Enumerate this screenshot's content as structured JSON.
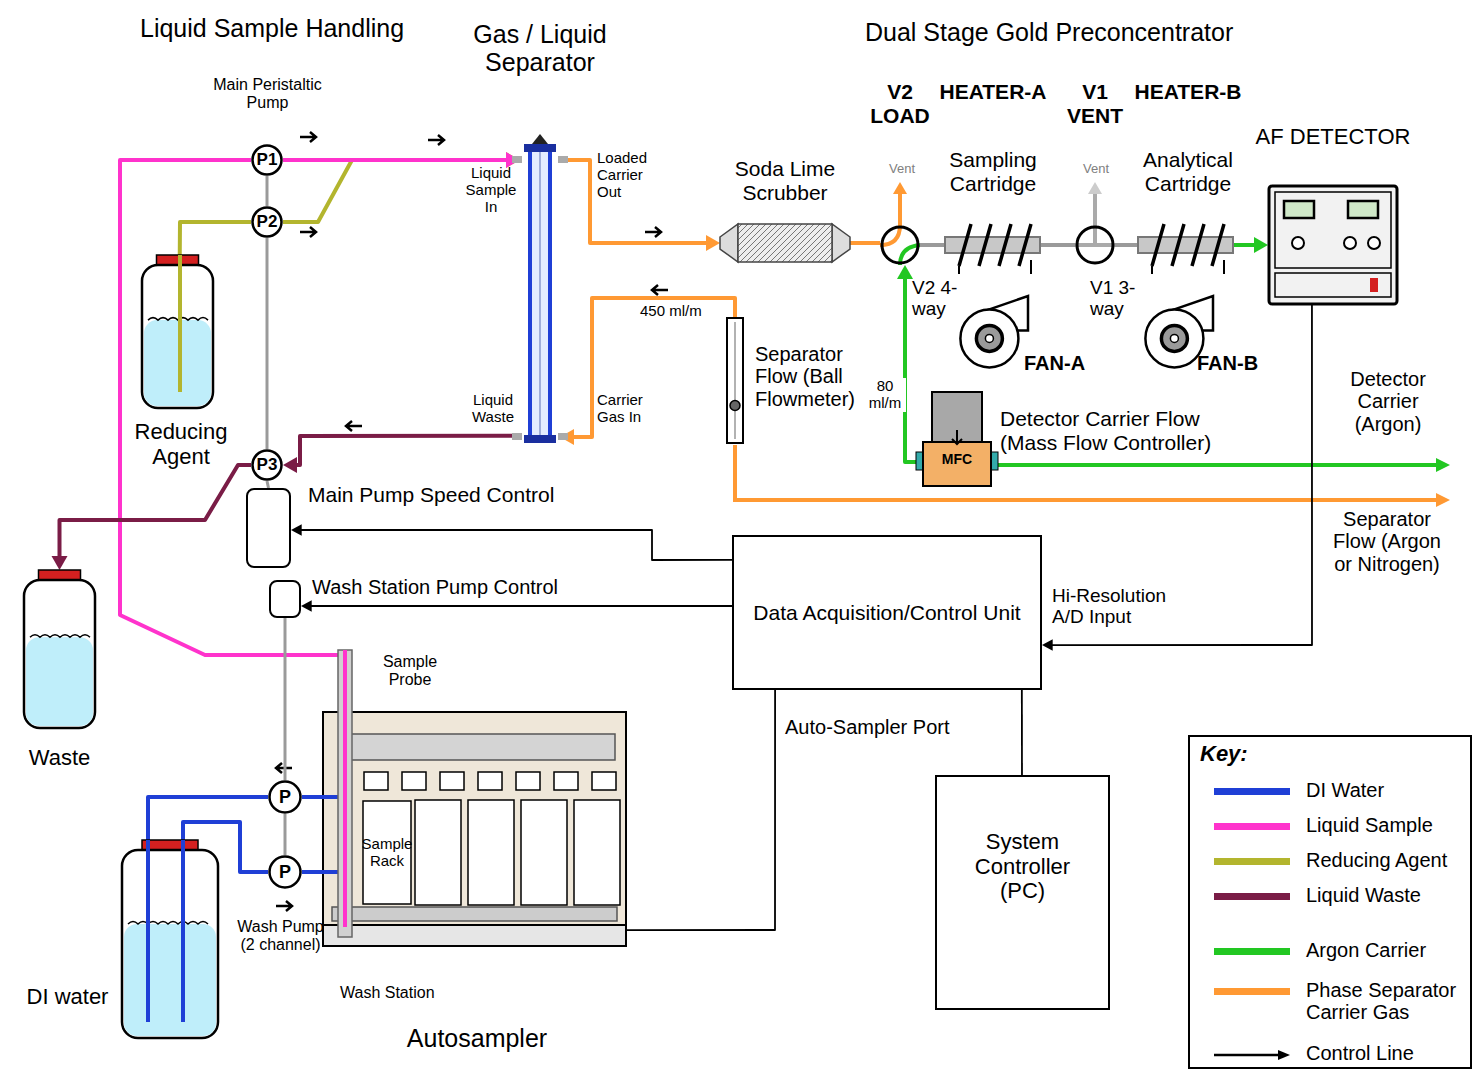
{
  "diagram": {
    "nodes": [
      {
        "text": [
          "P1"
        ]
      },
      {
        "text": [
          "P2"
        ]
      },
      {
        "text": [
          "P3"
        ]
      },
      {
        "text": [
          "Reducing Agent"
        ]
      },
      {
        "text": [
          "Waste"
        ]
      },
      {
        "text": [
          "DI water"
        ]
      },
      {
        "text": [
          "Gas / Liquid Separator"
        ]
      },
      {
        "text": [
          "Soda Lime Scrubber"
        ]
      },
      {
        "text": [
          "V2 LOAD",
          "V2 4-way"
        ]
      },
      {
        "text": [
          "HEATER-A",
          "Sampling Cartridge"
        ]
      },
      {
        "text": [
          "V1 VENT",
          "V1 3-way"
        ]
      },
      {
        "text": [
          "HEATER-B",
          "Analytical Cartridge"
        ]
      },
      {
        "text": [
          "AF DETECTOR"
        ]
      },
      {
        "text": [
          "Separator Flow (Ball Flowmeter)"
        ]
      },
      {
        "text": [
          "MFC",
          "Detector Carrier Flow (Mass Flow Controller)"
        ]
      },
      {
        "text": [
          "Main Pump Speed Control"
        ]
      },
      {
        "text": [
          "Wash Station Pump Control"
        ]
      },
      {
        "text": [
          "Data Acquisition/Control Unit"
        ]
      },
      {
        "text": [
          "System Controller (PC)"
        ]
      },
      {
        "text": [
          "Autosampler"
        ]
      },
      {
        "text": [
          "Sample Rack"
        ],
        "in": 19
      },
      {
        "text": [
          "P"
        ]
      },
      {
        "text": [
          "P"
        ]
      },
      {
        "text": [
          "FAN-A"
        ]
      },
      {
        "text": [
          "FAN-B"
        ]
      }
    ],
    "edges": [
      {
        "from": 19,
        "to": 0,
        "arrow": "none"
      },
      {
        "from": 0,
        "to": 6,
        "arrow": "to"
      },
      {
        "from": 3,
        "to": 1,
        "arrow": "none"
      },
      {
        "from": 1,
        "to": 6,
        "arrow": "to"
      },
      {
        "from": 0,
        "to": 1,
        "arrow": "none"
      },
      {
        "from": 1,
        "to": 2,
        "arrow": "none"
      },
      {
        "from": 6,
        "to": 2,
        "arrow": "to"
      },
      {
        "from": 2,
        "to": 4,
        "arrow": "to"
      },
      {
        "from": 6,
        "to": 7,
        "arrow": "to"
      },
      {
        "from": 7,
        "to": 8,
        "arrow": "none"
      },
      {
        "from": 13,
        "to": 6,
        "arrow": "to",
        "label": "450 ml/m"
      },
      {
        "from": 8,
        "to": 9,
        "arrow": "none"
      },
      {
        "from": 9,
        "to": 10,
        "arrow": "none"
      },
      {
        "from": 10,
        "to": 11,
        "arrow": "none"
      },
      {
        "from": 11,
        "to": 12,
        "arrow": "to"
      },
      {
        "from": 14,
        "to": 8,
        "arrow": "to",
        "label": "80 ml/m"
      },
      {
        "from": 5,
        "to": 21,
        "arrow": "none"
      },
      {
        "from": 5,
        "to": 22,
        "arrow": "none"
      },
      {
        "from": 21,
        "to": 19,
        "arrow": "none"
      },
      {
        "from": 22,
        "to": 19,
        "arrow": "none"
      },
      {
        "from": 21,
        "to": 22,
        "arrow": "none"
      },
      {
        "from": 2,
        "to": 15,
        "arrow": "none"
      },
      {
        "from": 16,
        "to": 21,
        "arrow": "none"
      },
      {
        "from": 17,
        "to": 15,
        "arrow": "to"
      },
      {
        "from": 17,
        "to": 16,
        "arrow": "to"
      },
      {
        "from": 12,
        "to": 17,
        "arrow": "to",
        "label": "Hi-Resolution A/D Input"
      },
      {
        "from": 17,
        "to": 19,
        "arrow": "none",
        "label": "Auto-Sampler Port"
      },
      {
        "from": 17,
        "to": 18,
        "arrow": "none"
      }
    ],
    "labels": [
      "Liquid Sample Handling",
      "Dual Stage Gold Preconcentrator",
      "Main Peristaltic Pump",
      "Liquid Sample In",
      "Loaded Carrier Out",
      "Liquid Waste",
      "Carrier Gas In",
      "Vent",
      "Vent",
      "Detector Carrier (Argon)",
      "Separator Flow (Argon or Nitrogen)",
      "Sample Probe",
      "Wash Pump (2 channel)",
      "Wash Station",
      "Key:"
    ],
    "legend": [
      {
        "text": "DI Water",
        "color": "#1f3fd6"
      },
      {
        "text": "Liquid Sample",
        "color": "#ff33cc"
      },
      {
        "text": "Reducing Agent",
        "color": "#b3b52e"
      },
      {
        "text": "Liquid Waste",
        "color": "#7a1c46"
      },
      {
        "text": "Argon Carrier",
        "color": "#22c722"
      },
      {
        "text": "Phase Separator Carrier Gas",
        "color": "#ff9933"
      },
      {
        "text": "Control Line"
      }
    ]
  }
}
